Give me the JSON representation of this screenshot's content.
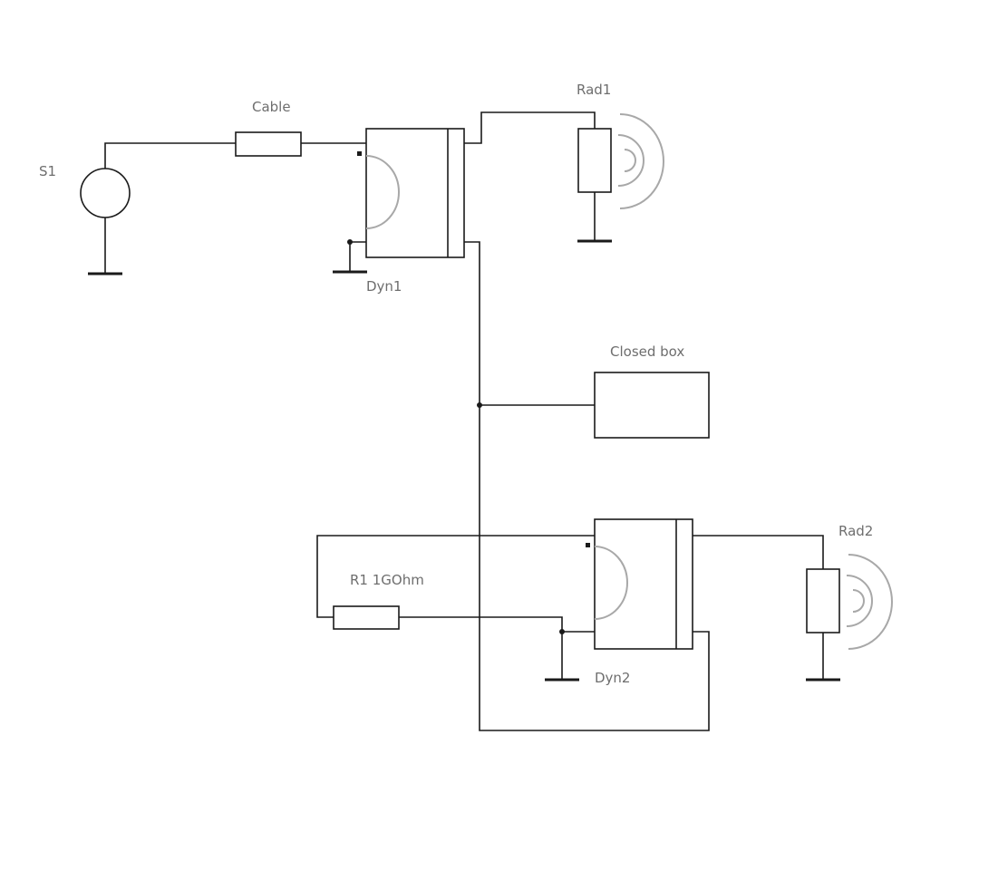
{
  "labels": {
    "source": "S1",
    "cable": "Cable",
    "driver_top": "Dyn1",
    "radiator_top": "Rad1",
    "enclosure": "Closed box",
    "resistor": "R1 1GOhm",
    "driver_bottom": "Dyn2",
    "radiator_bottom": "Rad2"
  },
  "colors": {
    "line": "#1a1a1a",
    "arc": "#a8a8a8",
    "label": "#6e6e6e"
  },
  "icons": {
    "source": "ac-source-icon",
    "driver": "loudspeaker-driver-icon",
    "radiator": "radiation-impedance-icon",
    "ground": "ground-icon"
  }
}
